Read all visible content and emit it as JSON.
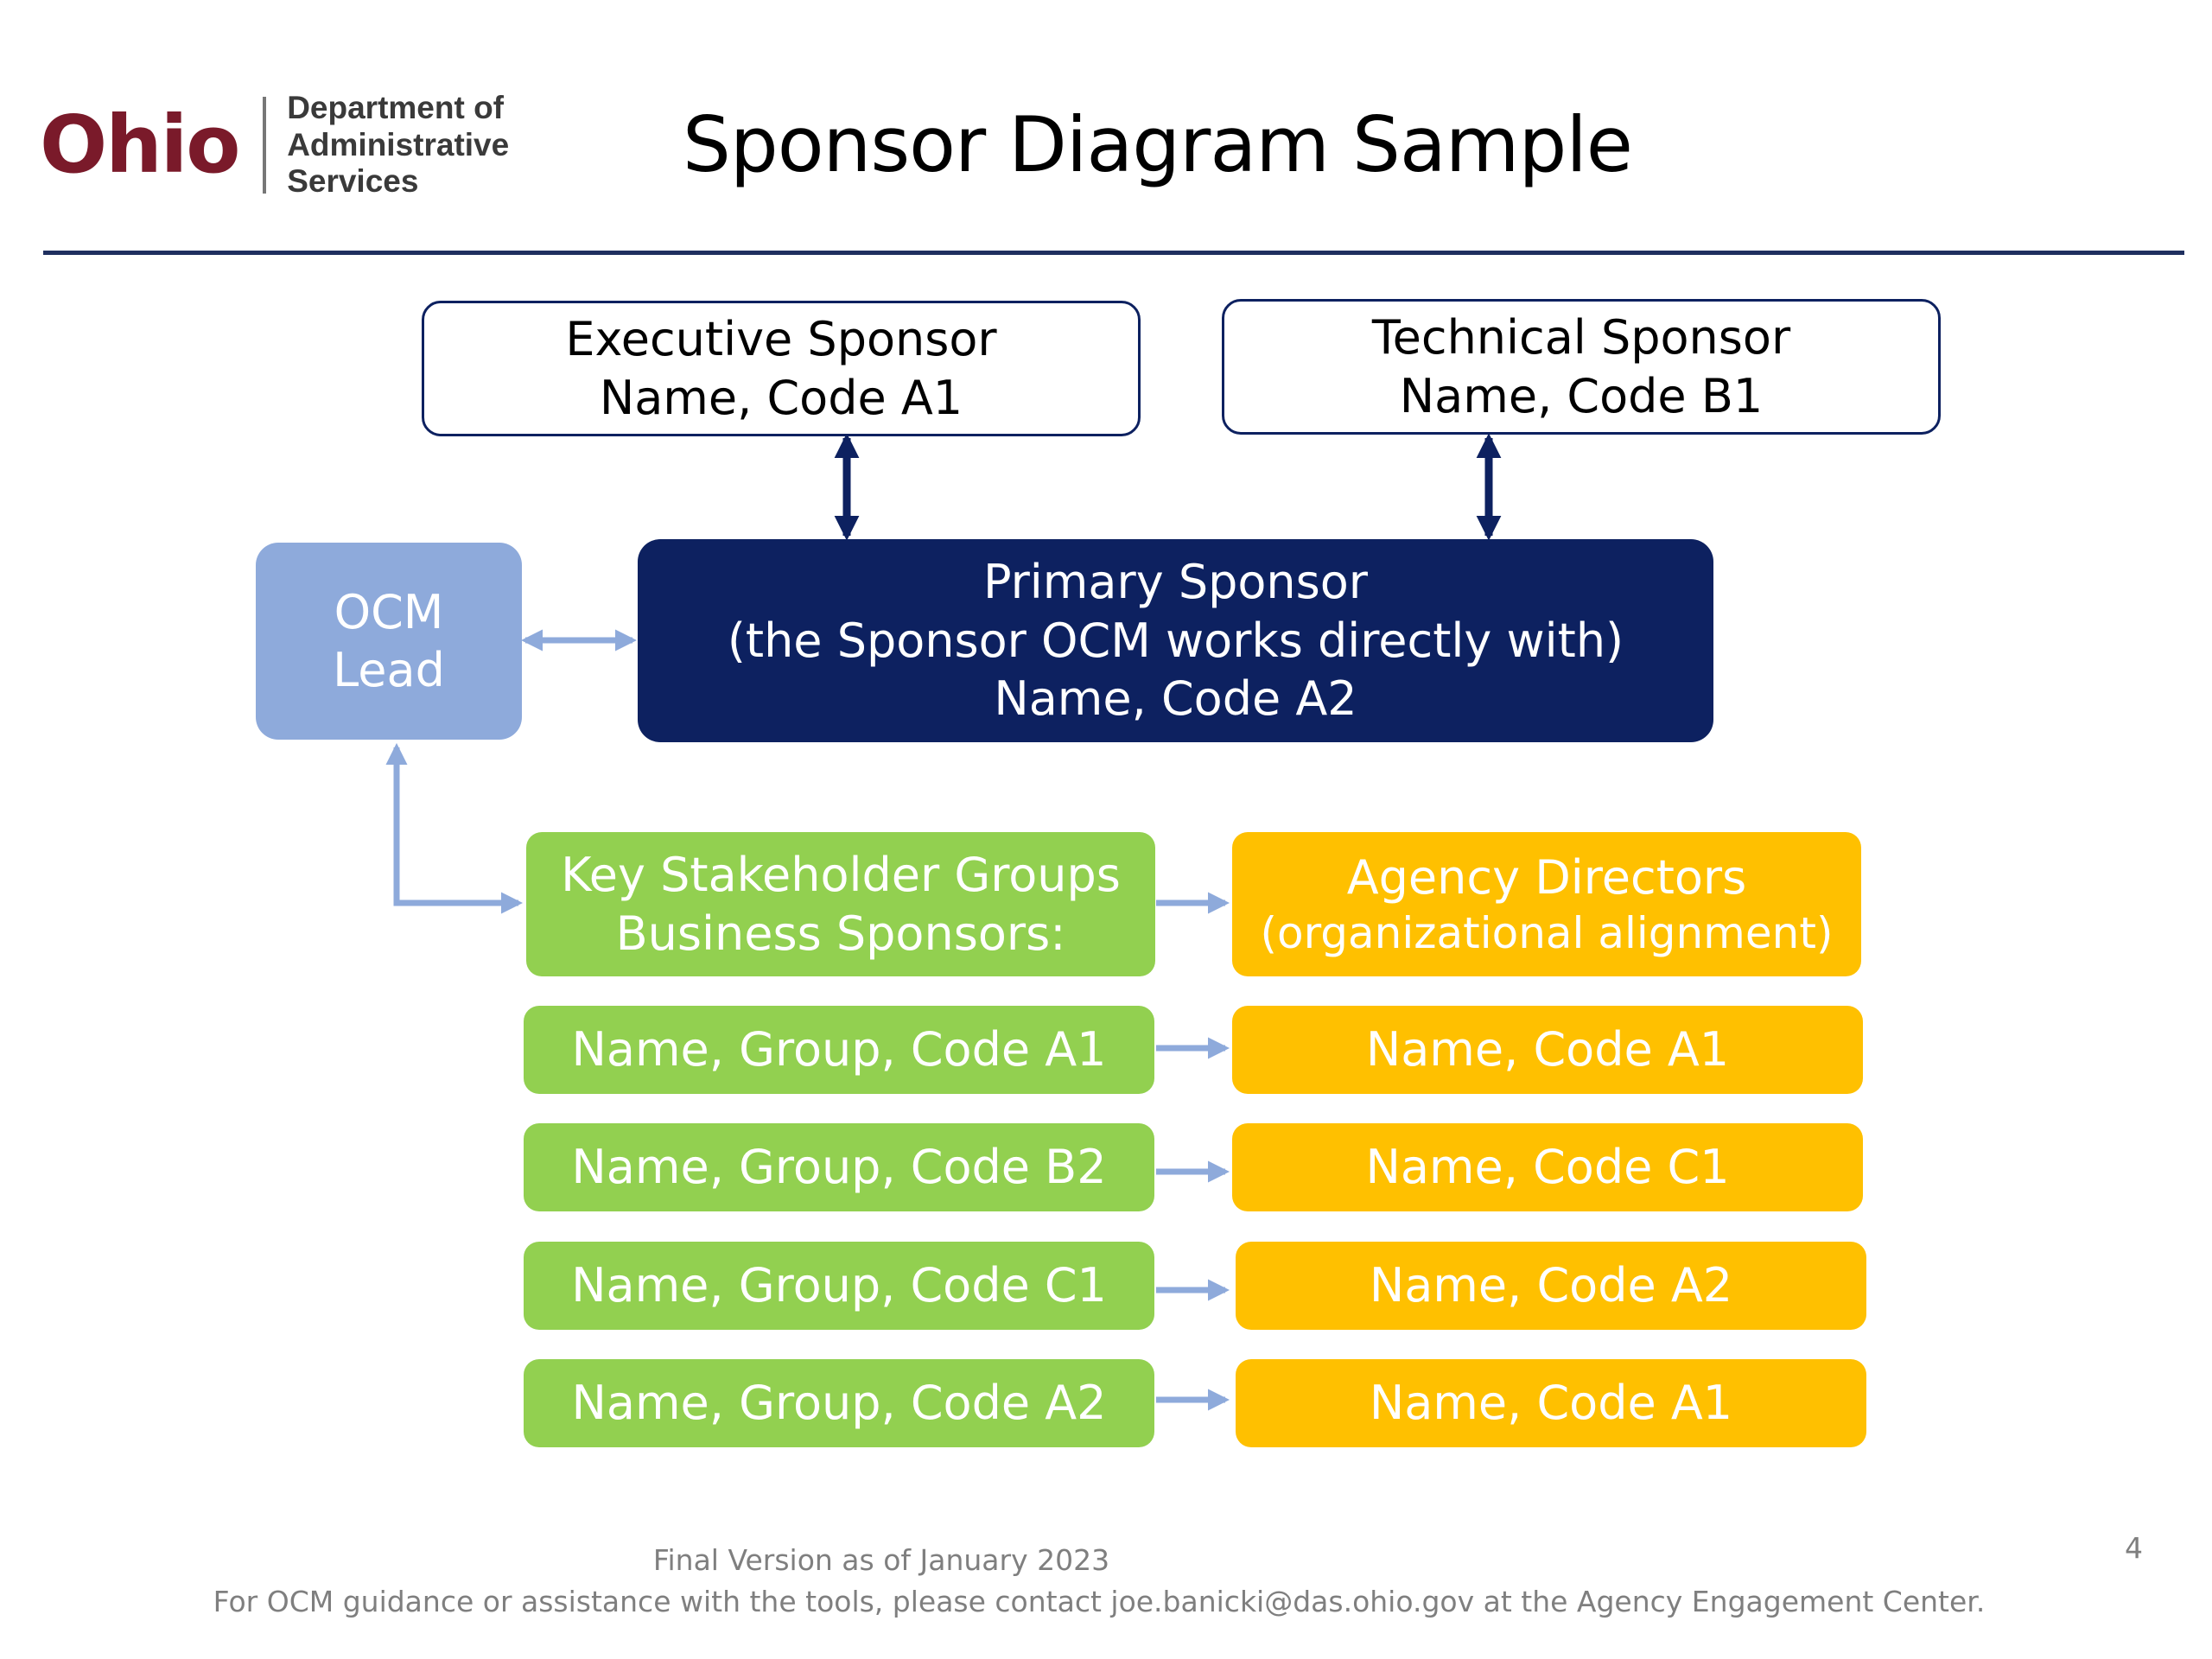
{
  "header": {
    "logo_text": "Ohio",
    "dept_line1": "Department of",
    "dept_line2": "Administrative Services",
    "title": "Sponsor Diagram Sample"
  },
  "diagram": {
    "executive_sponsor": {
      "line1": "Executive Sponsor",
      "line2": "Name, Code A1"
    },
    "technical_sponsor": {
      "line1": "Technical Sponsor",
      "line2": "Name, Code B1"
    },
    "primary_sponsor": {
      "line1": "Primary Sponsor",
      "line2": "(the Sponsor OCM works directly with)",
      "line3": "Name, Code A2"
    },
    "ocm_lead": {
      "line1": "OCM",
      "line2": "Lead"
    },
    "key_stakeholders_header": {
      "line1": "Key Stakeholder Groups",
      "line2": "Business Sponsors:"
    },
    "agency_directors_header": {
      "line1": "Agency Directors",
      "line2": "(organizational alignment)"
    },
    "rows": [
      {
        "stakeholder": "Name, Group, Code A1",
        "director": "Name, Code A1"
      },
      {
        "stakeholder": "Name, Group, Code B2",
        "director": "Name, Code C1"
      },
      {
        "stakeholder": "Name, Group, Code C1",
        "director": "Name, Code A2"
      },
      {
        "stakeholder": "Name, Group, Code A2",
        "director": "Name, Code A1"
      }
    ]
  },
  "colors": {
    "navy": "#0d2160",
    "lead_blue": "#8eaadb",
    "green": "#92d050",
    "gold": "#ffc000",
    "logo_red": "#7a1a2a"
  },
  "footer": {
    "version": "Final Version as of January 2023",
    "contact": "For OCM guidance or assistance with the tools, please contact joe.banicki@das.ohio.gov at the Agency Engagement Center.",
    "page_number": "4"
  }
}
